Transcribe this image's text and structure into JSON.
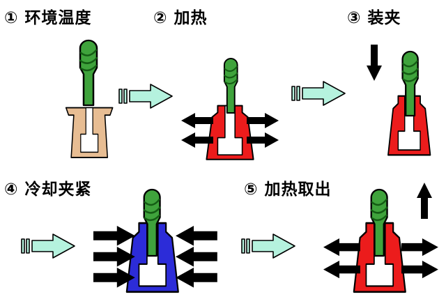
{
  "steps": [
    {
      "label": "① 环境温度"
    },
    {
      "label": "② 加热"
    },
    {
      "label": "③ 装夹"
    },
    {
      "label": "④ 冷却夹紧"
    },
    {
      "label": "⑤ 加热取出"
    }
  ],
  "colors": {
    "background": "#ffffff",
    "cutter_green": "#3fa33c",
    "cutter_flute_dark_green": "#145c14",
    "holder_ambient_tan": "#e7bd93",
    "holder_hot_red": "#ec1c1c",
    "holder_cold_blue": "#2c2cd8",
    "bore_white": "#ffffff",
    "flow_arrow_cyan": "#b5f2de",
    "motion_arrow_black": "#000000",
    "outline_black": "#000000"
  }
}
